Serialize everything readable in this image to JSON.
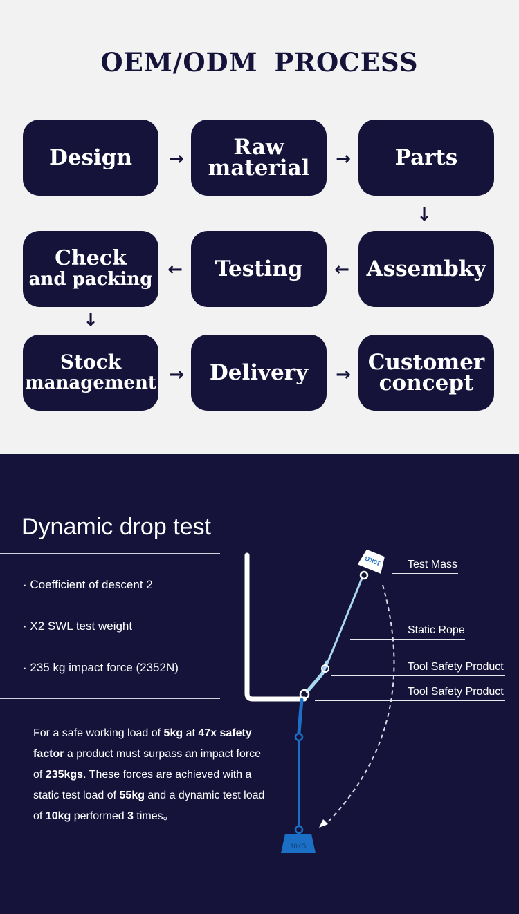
{
  "process": {
    "title": "OEM/ODM  PROCESS",
    "steps": [
      {
        "lines": [
          "Design"
        ]
      },
      {
        "lines": [
          "Raw",
          "material"
        ]
      },
      {
        "lines": [
          "Parts"
        ]
      },
      {
        "lines": [
          "Check",
          "and packing"
        ]
      },
      {
        "lines": [
          "Testing"
        ]
      },
      {
        "lines": [
          "Assembky"
        ]
      },
      {
        "lines": [
          "Stock",
          "management"
        ]
      },
      {
        "lines": [
          "Delivery"
        ]
      },
      {
        "lines": [
          "Customer",
          "concept"
        ]
      }
    ],
    "arrows": {
      "right": "→",
      "left": "←",
      "down": "↓"
    }
  },
  "drop_test": {
    "title": "Dynamic drop test",
    "bullets": [
      "· Coefficient of descent 2",
      "· X2 SWL test weight",
      "· 235 kg impact force (2352N)"
    ],
    "paragraph": [
      {
        "t": "For a safe working load of ",
        "b": false
      },
      {
        "t": "5kg",
        "b": true
      },
      {
        "t": " at ",
        "b": false
      },
      {
        "t": "47x safety factor",
        "b": true
      },
      {
        "t": " a product must surpass an impact force of ",
        "b": false
      },
      {
        "t": "235kgs",
        "b": true
      },
      {
        "t": ". These forces are achieved with a static test load of ",
        "b": false
      },
      {
        "t": "55kg",
        "b": true
      },
      {
        "t": " and a dynamic test load of ",
        "b": false
      },
      {
        "t": "10kg",
        "b": true
      },
      {
        "t": " performed ",
        "b": false
      },
      {
        "t": "3",
        "b": true
      },
      {
        "t": " times。",
        "b": false
      }
    ],
    "labels": {
      "test_mass": "Test Mass",
      "static_rope": "Static Rope",
      "tool_safety_1": "Tool Safety Product",
      "tool_safety_2": "Tool Safety Product"
    },
    "weight_top": "10KG",
    "weight_bottom": "10KG",
    "colors": {
      "navy": "#15133a",
      "light_blue": "#a9d8f2",
      "blue": "#1b6fc4"
    }
  }
}
